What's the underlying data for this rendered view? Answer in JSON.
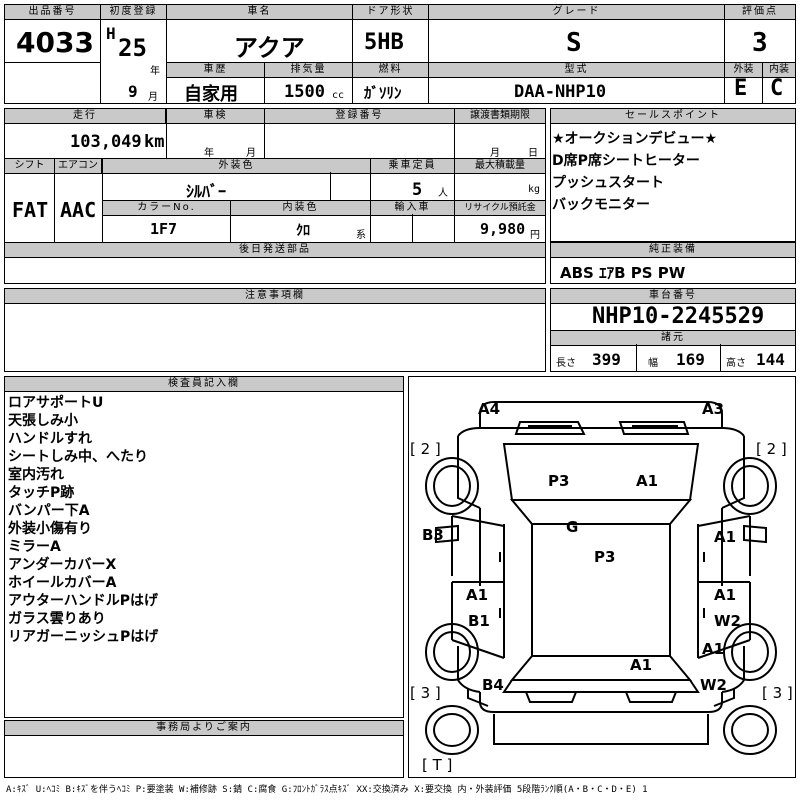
{
  "header": {
    "lot_label": "出品番号",
    "lot_number": "4033",
    "first_reg_label": "初度登録",
    "era": "H",
    "reg_year": "25",
    "year_unit": "年",
    "reg_month": "9",
    "month_unit": "月",
    "name_label": "車名",
    "name": "アクア",
    "door_label": "ドア形状",
    "door": "5HB",
    "grade_label": "グレード",
    "grade": "S",
    "score_label": "評価点",
    "score": "3",
    "history_label": "車歴",
    "history": "自家用",
    "disp_label": "排気量",
    "displacement": "1500",
    "disp_unit": "cc",
    "fuel_label": "燃料",
    "fuel": "ｶﾞｿﾘﾝ",
    "model_label": "型式",
    "model": "DAA-NHP10",
    "ext_label": "外装",
    "ext_grade": "E",
    "int_label": "内装",
    "int_grade": "C"
  },
  "row2": {
    "mileage_label": "走行",
    "mileage": "103,049",
    "mileage_unit": "km",
    "inspection_label": "車検",
    "year_unit": "年",
    "month_unit": "月",
    "day_unit": "日",
    "reg_no_label": "登録番号",
    "transfer_label": "譲渡書類期限",
    "shift_label": "シフト",
    "shift": "FAT",
    "ac_label": "エアコン",
    "ac": "AAC",
    "color_label": "外装色",
    "color": "ｼﾙﾊﾞｰ",
    "capacity_label": "乗車定員",
    "capacity": "5",
    "capacity_unit": "人",
    "load_label": "最大積載量",
    "load_unit": "kg",
    "color_no_label": "カラーNo.",
    "color_no": "1F7",
    "interior_label": "内装色",
    "interior": "ｸﾛ",
    "interior_unit": "系",
    "import_label": "輸入車",
    "recycle_label": "リサイクル預託金",
    "recycle": "9,980",
    "recycle_unit": "円",
    "parts_label": "後日発送部品",
    "caution_label": "注意事項欄"
  },
  "sales": {
    "label": "セールスポイント",
    "items": [
      "★オークションデビュー★",
      "D席P席シートヒーター",
      "プッシュスタート",
      "バックモニター"
    ]
  },
  "equipment": {
    "label": "純正装備",
    "value": "ABS ｴｱB PS PW"
  },
  "chassis": {
    "label": "車台番号",
    "value": "NHP10-2245529",
    "spec_label": "諸元",
    "len_label": "長さ",
    "len": "399",
    "width_label": "幅",
    "width": "169",
    "height_label": "高さ",
    "height": "144"
  },
  "inspector": {
    "label": "検査員記入欄",
    "notes": [
      "ロアサポートU",
      "天張しみ小",
      "ハンドルすれ",
      "シートしみ中、へたり",
      "室内汚れ",
      "タッチP跡",
      "バンパー下A",
      "外装小傷有り",
      "ミラーA",
      "アンダーカバーX",
      "ホイールカバーA",
      "アウターハンドルPはげ",
      "ガラス雲りあり",
      "リアガーニッシュPはげ"
    ]
  },
  "office": {
    "label": "事務局よりご案内"
  },
  "diagram": {
    "a4": "A4",
    "a3": "A3",
    "tire_fl": "[ 2 ]",
    "tire_fr": "[ 2 ]",
    "tire_rl": "[ 3 ]",
    "tire_rr": "[ 3 ]",
    "spare": "[ T ]",
    "p3_top": "P3",
    "a1_top": "A1",
    "g": "G",
    "p3_mid": "P3",
    "b3": "B3",
    "a1_r1": "A1",
    "a1_l": "A1",
    "b1": "B1",
    "a1_r2": "A1",
    "w2_1": "W2",
    "a1_r3": "A1",
    "a1_bottom": "A1",
    "b4": "B4",
    "w2_2": "W2"
  },
  "legend": "A:ｷｽﾞ U:ﾍｺﾐ B:ｷｽﾞを伴うﾍｺﾐ P:要塗装 W:補修跡 S:錆 C:腐食 G:ﾌﾛﾝﾄｶﾞﾗｽ点ｷｽﾞ XX:交換済み X:要交換 内・外装評価 5段階ﾗﾝｸ順(A・B・C・D・E) 1"
}
